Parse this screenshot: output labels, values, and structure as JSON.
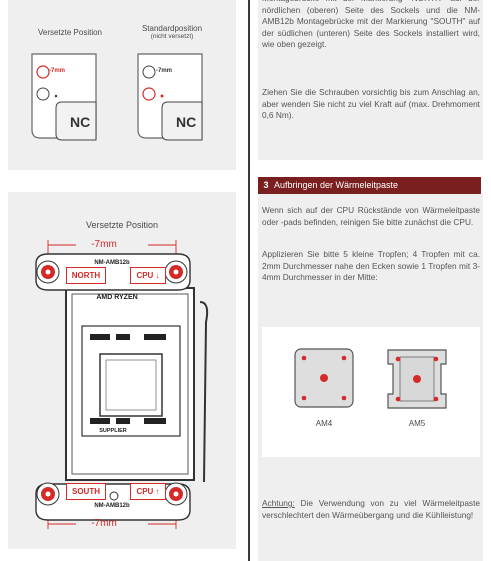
{
  "top_left": {
    "col1_label": "Versetzte Position",
    "col2_label": "Standardposition",
    "col2_sub": "(nicht versetzt)",
    "offset_tag": "-7mm",
    "socket_text": "NC"
  },
  "diagram": {
    "title": "Versetzte Position",
    "dim_top": "-7mm",
    "dim_bottom": "-7mm",
    "bracket_top": "NM-AMB12b",
    "bracket_bottom": "NM-AMB12b",
    "north_label": "NORTH",
    "south_label": "SOUTH",
    "cpu_up": "CPU ↓",
    "cpu_down": "CPU ↑",
    "chip_label": "AMD RYZEN",
    "supplier": "SUPPLIER"
  },
  "right": {
    "intro_text": "Montagebrücke mit der Markierung \"NORTH\" auf der nördlichen (oberen) Seite des Sockels und die NM-AMB12b Montagebrücke mit der Markierung \"SOUTH\" auf der südlichen (unteren) Seite des Sockels installiert wird, wie oben gezeigt.",
    "screw_text": "Ziehen Sie die Schrauben vorsichtig bis zum Anschlag an, aber wenden Sie nicht zu viel Kraft auf (max. Drehmoment 0,6 Nm).",
    "section_num": "3",
    "section_title": "Aufbringen der Wärmeleitpaste",
    "para1": "Wenn sich auf der CPU Rückstände von Wärmeleitpaste oder -pads befinden, reinigen Sie bitte zunächst die CPU.",
    "para2": "Applizieren Sie bitte 5 kleine Tropfen; 4 Tropfen mit ca. 2mm Durchmesser nahe den Ecken sowie 1 Tropfen mit 3-4mm Durchmesser in der Mitte:",
    "am4": "AM4",
    "am5": "AM5",
    "warning_underline": "Achtung:",
    "warning_text": " Die Verwendung von zu viel Wärmeleitpaste verschlechtert den Wärmeübergang und die Kühlleistung!"
  },
  "colors": {
    "accent_red": "#d42a2a",
    "section_bg": "#7a1f1f",
    "panel_bg": "#efefef"
  }
}
